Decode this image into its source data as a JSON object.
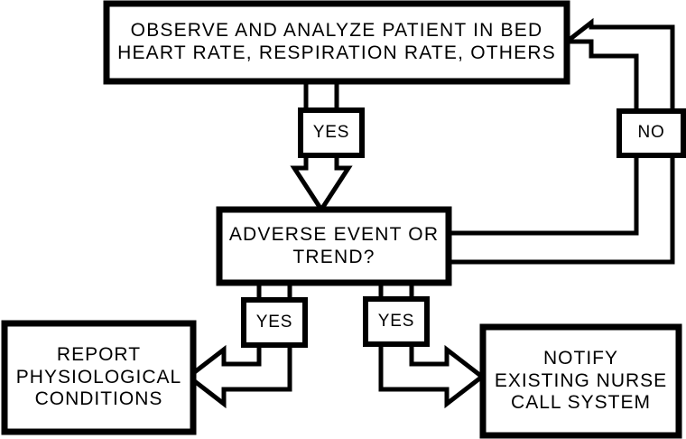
{
  "diagram": {
    "title": "Patient monitoring adverse event flowchart",
    "stroke_color": "#000000",
    "fill_color": "#ffffff",
    "nodes": {
      "observe": {
        "label": "OBSERVE AND ANALYZE PATIENT IN BED\nHEART RATE, RESPIRATION RATE, OTHERS",
        "shape": "rectangle"
      },
      "decision": {
        "label": "ADVERSE EVENT OR\nTREND?",
        "shape": "rectangle"
      },
      "report": {
        "label": "REPORT\nPHYSIOLOGICAL\nCONDITIONS",
        "shape": "rectangle"
      },
      "notify": {
        "label": "NOTIFY\nEXISTING NURSE\nCALL SYSTEM",
        "shape": "rectangle"
      }
    },
    "edge_labels": {
      "yes_top": "YES",
      "no_feedback": "NO",
      "yes_left": "YES",
      "yes_right": "YES"
    }
  }
}
